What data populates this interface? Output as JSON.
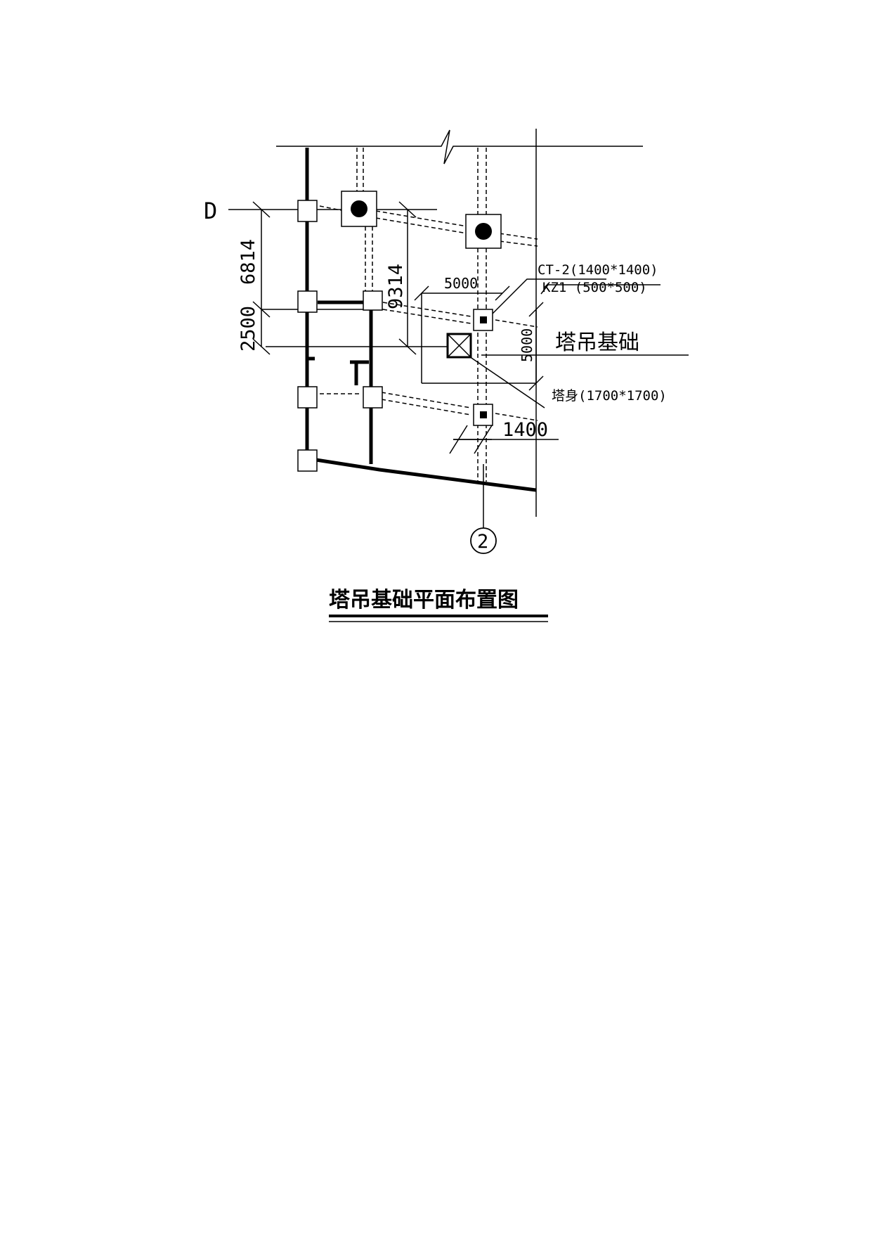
{
  "drawing": {
    "title": "塔吊基础平面布置图",
    "axis_label_d": "D",
    "axis_label_2": "2",
    "dim_6814": "6814",
    "dim_2500": "2500",
    "dim_9314": "9314",
    "dim_5000_h": "5000",
    "dim_5000_v": "5000",
    "dim_1400": "1400",
    "label_ct2": "CT-2(1400*1400)",
    "label_kz1": "KZ1   (500*500)",
    "label_foundation": "塔吊基础",
    "label_tower_body": "塔身(1700*1700)"
  }
}
